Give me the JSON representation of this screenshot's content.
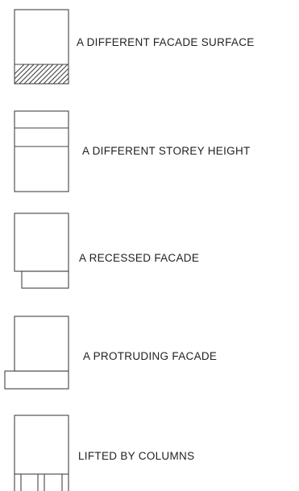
{
  "items": [
    {
      "label": "A DIFFERENT FACADE SURFACE",
      "icon": "hatched-base-icon"
    },
    {
      "label": "A DIFFERENT STOREY HEIGHT",
      "icon": "tall-storey-icon"
    },
    {
      "label": "A RECESSED FACADE",
      "icon": "recessed-base-icon"
    },
    {
      "label": "A PROTRUDING FACADE",
      "icon": "protruding-base-icon"
    },
    {
      "label": "LIFTED BY COLUMNS",
      "icon": "columns-base-icon"
    }
  ]
}
